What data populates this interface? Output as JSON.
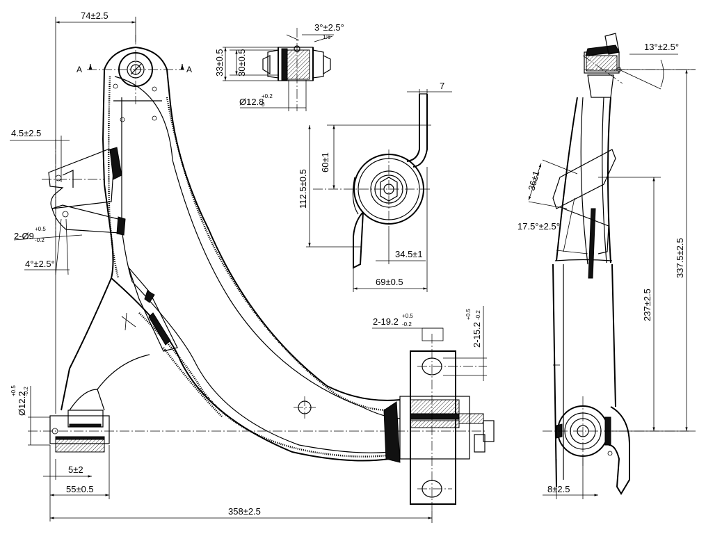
{
  "drawing": {
    "section_mark": "A",
    "dims": {
      "d74": "74±2.5",
      "d3deg": "3°±2.5°",
      "d33": "33±0.5",
      "d30": "30±0.5",
      "d12_8": "Ø12.8",
      "d12_8_tol_up": "+0.2",
      "d12_8_tol_dn": "0",
      "d7": "7",
      "d60": "60±1",
      "d112_5": "112.5±0.5",
      "d34_5": "34.5±1",
      "d69": "69±0.5",
      "d4_5": "4.5±2.5",
      "d2x9": "2-Ø9",
      "d2x9_tol_up": "+0.5",
      "d2x9_tol_dn": "-0.2",
      "d4deg": "4°±2.5°",
      "d12_2": "Ø12.2",
      "d12_2_tol_up": "+0.5",
      "d12_2_tol_dn": "-0.2",
      "d5": "5±2",
      "d55": "55±0.5",
      "d358": "358±2.5",
      "d19_2": "2-19.2",
      "d19_2_tol_up": "+0.5",
      "d19_2_tol_dn": "-0.2",
      "d15_2": "2-15.2",
      "d15_2_tol_up": "+0.5",
      "d15_2_tol_dn": "-0.2",
      "d13deg": "13°±2.5°",
      "d36": "36±1",
      "d17_5deg": "17.5°±2.5°",
      "d237_5": "237±2.5",
      "d337_5": "337.5±2.5",
      "d8": "8±2.5"
    }
  }
}
